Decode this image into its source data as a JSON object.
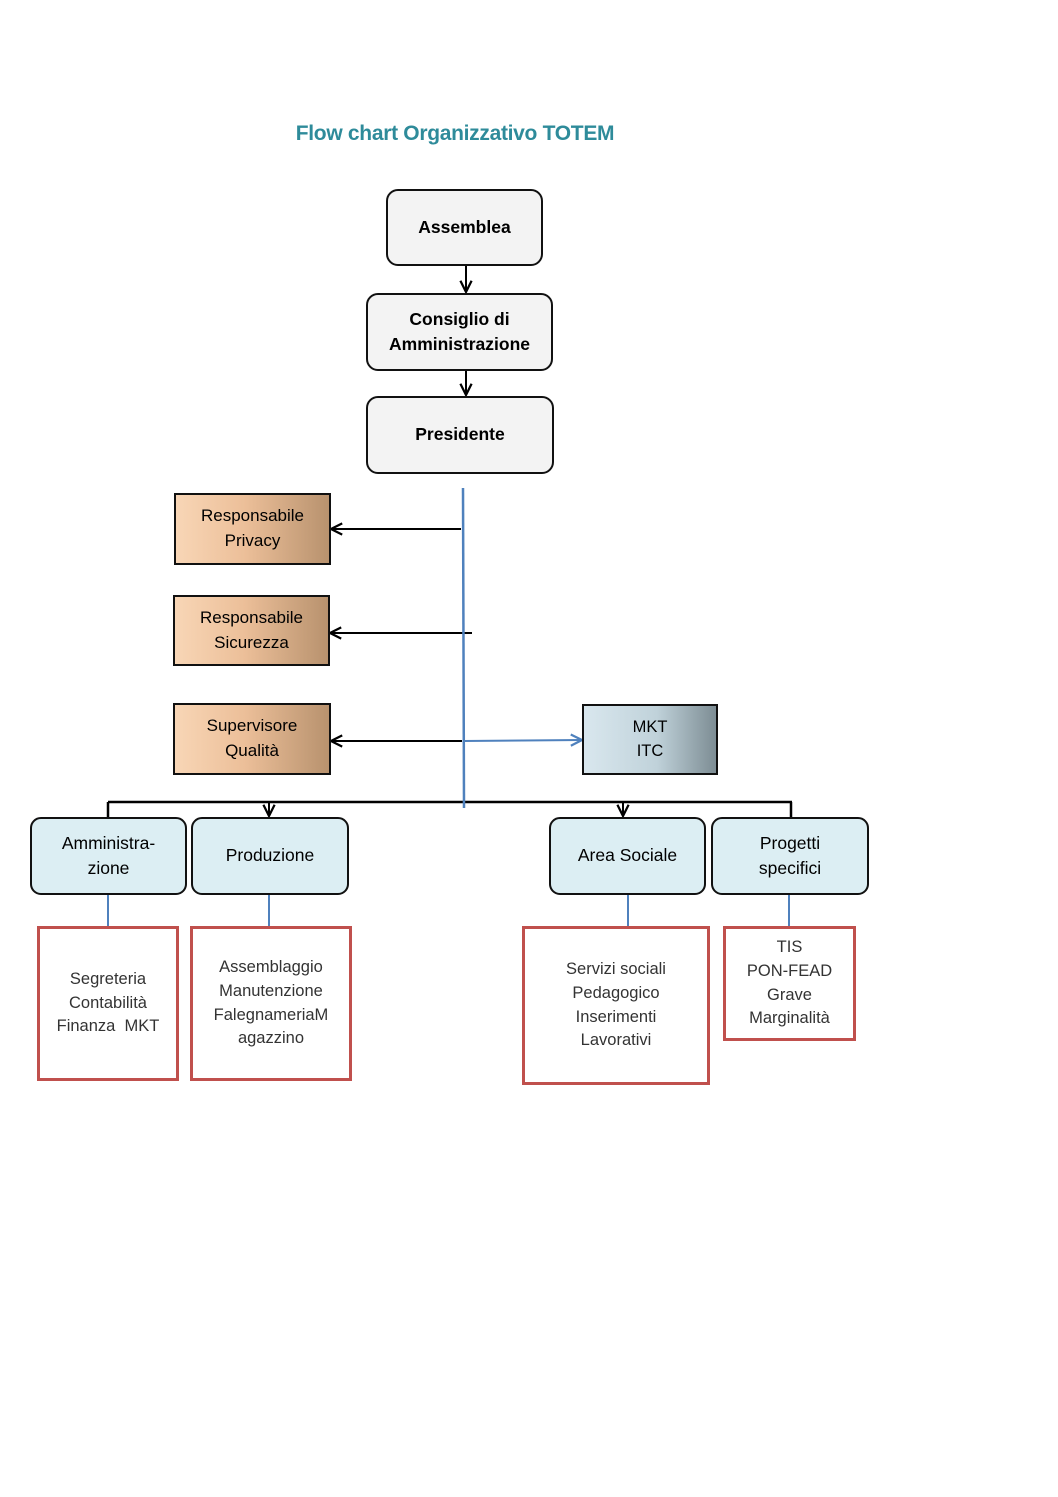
{
  "title": "Flow chart Organizzativo TOTEM",
  "governance": {
    "assemblea": "Assemblea",
    "consiglio": [
      "Consiglio di",
      "Amministrazione"
    ],
    "presidente": "Presidente"
  },
  "staff": {
    "privacy": [
      "Responsabile",
      "Privacy"
    ],
    "sicurezza": [
      "Responsabile",
      "Sicurezza"
    ],
    "qualita": [
      "Supervisore",
      "Qualità"
    ],
    "mkt_itc": [
      "MKT",
      "ITC"
    ]
  },
  "areas": [
    {
      "label": [
        "Amministra-",
        "zione"
      ],
      "details": [
        "Segreteria",
        "Contabilità",
        "Finanza  MKT"
      ]
    },
    {
      "label": [
        "Produzione"
      ],
      "details": [
        "Assemblaggio",
        "Manutenzione",
        "FalegnameriaM",
        "agazzino"
      ]
    },
    {
      "label": [
        "Area Sociale"
      ],
      "details": [
        "Servizi sociali",
        "Pedagogico",
        "Inserimenti",
        "Lavorativi"
      ]
    },
    {
      "label": [
        "Progetti",
        "specifici"
      ],
      "details": [
        "TIS",
        "PON-FEAD",
        "Grave",
        "Marginalità"
      ]
    }
  ],
  "colors": {
    "title": "#2e8b9a",
    "connector_blue": "#4f81bd",
    "detail_border": "#c0504d",
    "area_fill": "#dceef3"
  }
}
